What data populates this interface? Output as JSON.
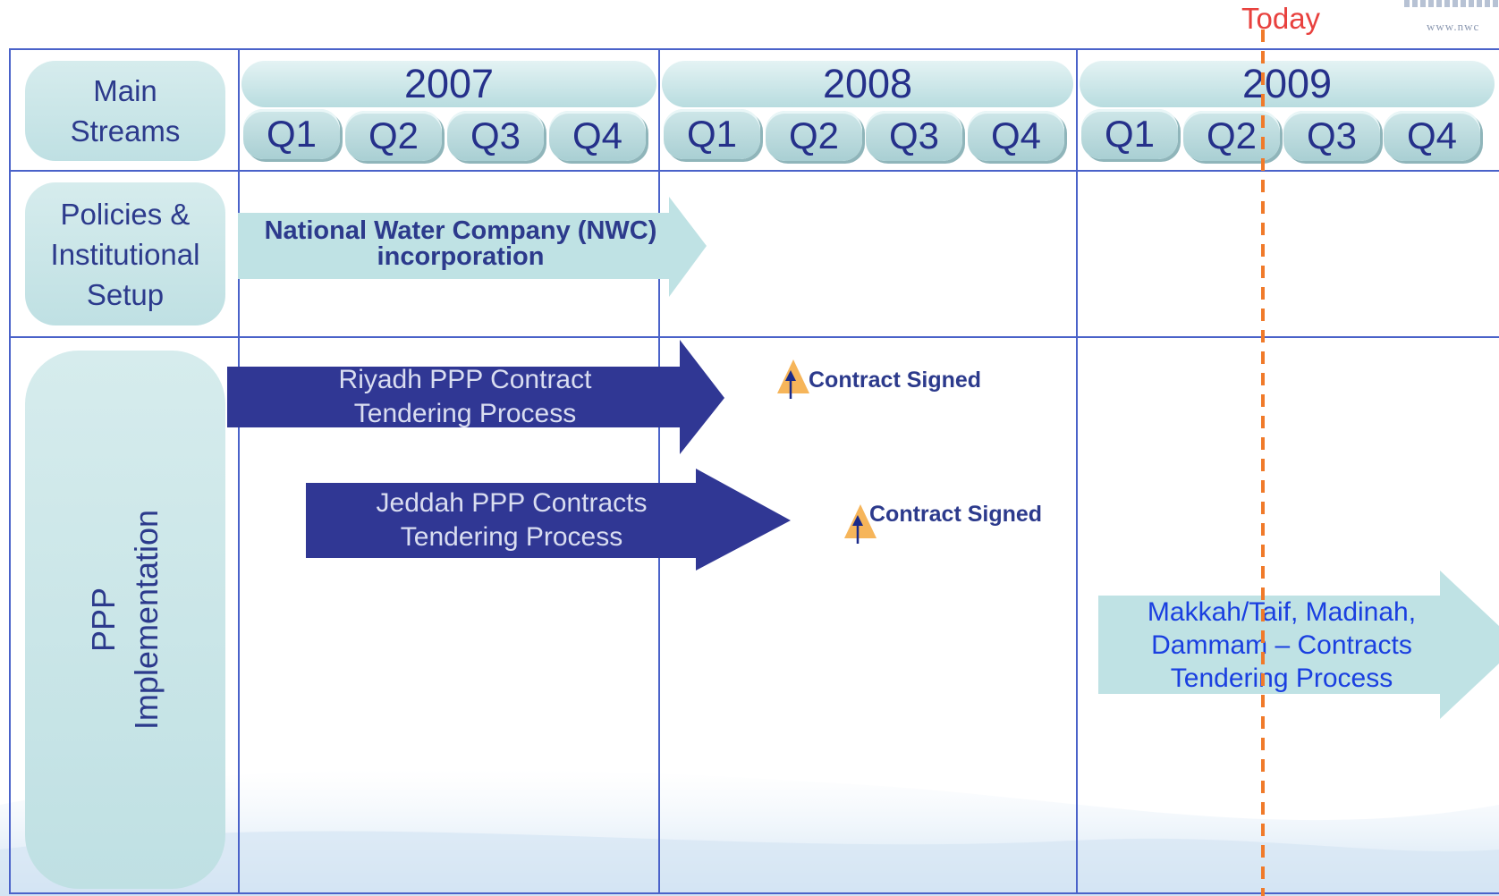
{
  "today_label": "Today",
  "logo": {
    "text": "www.nwc"
  },
  "header": {
    "stream_label": [
      "Main",
      "Streams"
    ]
  },
  "years": [
    "2007",
    "2008",
    "2009"
  ],
  "quarters": [
    "Q1",
    "Q2",
    "Q3",
    "Q4"
  ],
  "rows": {
    "policies": {
      "label": [
        "Policies &",
        "Institutional",
        "Setup"
      ]
    },
    "ppp": {
      "label": [
        "PPP",
        "Implementation"
      ]
    }
  },
  "bars": {
    "nwc": [
      "National Water Company (NWC)",
      "incorporation"
    ],
    "riyadh": [
      "Riyadh PPP Contract",
      "Tendering Process"
    ],
    "jeddah": [
      "Jeddah PPP Contracts",
      "Tendering  Process"
    ],
    "makkah": [
      "Makkah/Taif, Madinah,",
      "Dammam – Contracts",
      "Tendering Process"
    ]
  },
  "milestones": [
    {
      "label": "Contract Signed"
    },
    {
      "label": "Contract Signed"
    }
  ],
  "colors": {
    "grid": "#4a62c9",
    "dark_arrow": "#303794",
    "light_arrow": "#bfe2e4",
    "today": "#e8413e",
    "today_line": "#f07a2a"
  }
}
